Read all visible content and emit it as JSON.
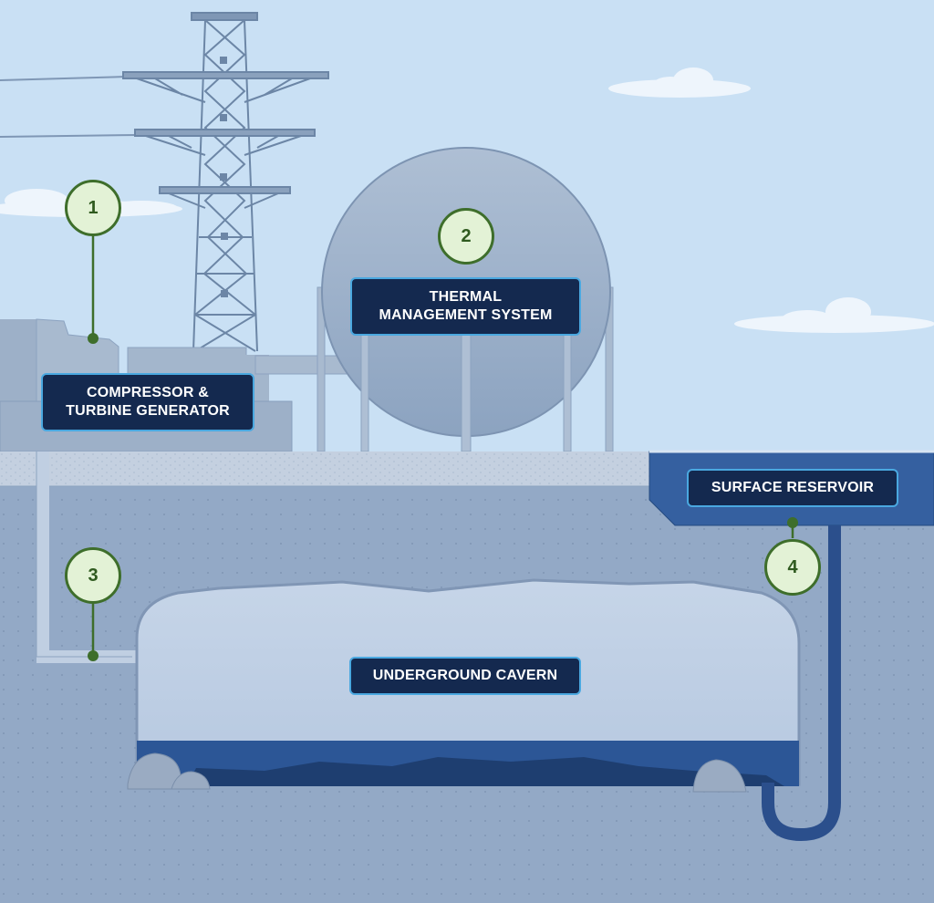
{
  "labels": {
    "compressor": "COMPRESSOR &\nTURBINE GENERATOR",
    "thermal": "THERMAL\nMANAGEMENT SYSTEM",
    "reservoir": "SURFACE RESERVOIR",
    "cavern": "UNDERGROUND CAVERN"
  },
  "markers": [
    "1",
    "2",
    "3",
    "4"
  ],
  "colors": {
    "sky": "#c9e0f4",
    "ground": "#93a9c6",
    "label_bg": "#14294f",
    "label_border": "#4aa8e0",
    "badge_fill": "#e3f2d6",
    "badge_stroke": "#3e6e2b",
    "water": "#2f5a9c"
  }
}
